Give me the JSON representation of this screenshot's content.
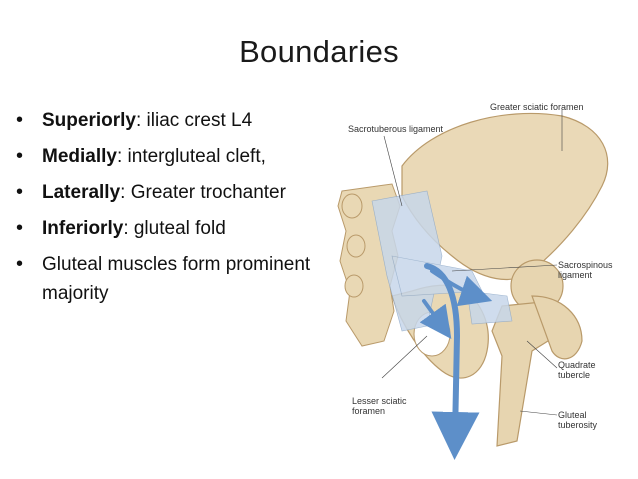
{
  "slide": {
    "title": "Boundaries",
    "bullets": [
      {
        "term": "Superiorly",
        "text": ": iliac crest L4"
      },
      {
        "term": "Medially",
        "text": ": intergluteal cleft,"
      },
      {
        "term": "Laterally",
        "text": ": Greater trochanter"
      },
      {
        "term": "Inferiorly",
        "text": ": gluteal fold"
      },
      {
        "term": "",
        "text": "Gluteal muscles form prominent majority"
      }
    ]
  },
  "figure": {
    "labels": {
      "greater_sciatic_foramen": "Greater sciatic foramen",
      "sacrotuberous_ligament": "Sacrotuberous ligament",
      "sacrospinous_ligament": "Sacrospinous ligament",
      "quadrate_tubercle": "Quadrate tubercle",
      "lesser_sciatic_foramen": "Lesser sciatic foramen",
      "gluteal_tuberosity": "Gluteal tuberosity"
    },
    "colors": {
      "bone": "#e9d8b4",
      "bone_shade": "#c9ad80",
      "ligament": "#c7d7ea",
      "arrow": "#5d8fc9"
    }
  }
}
